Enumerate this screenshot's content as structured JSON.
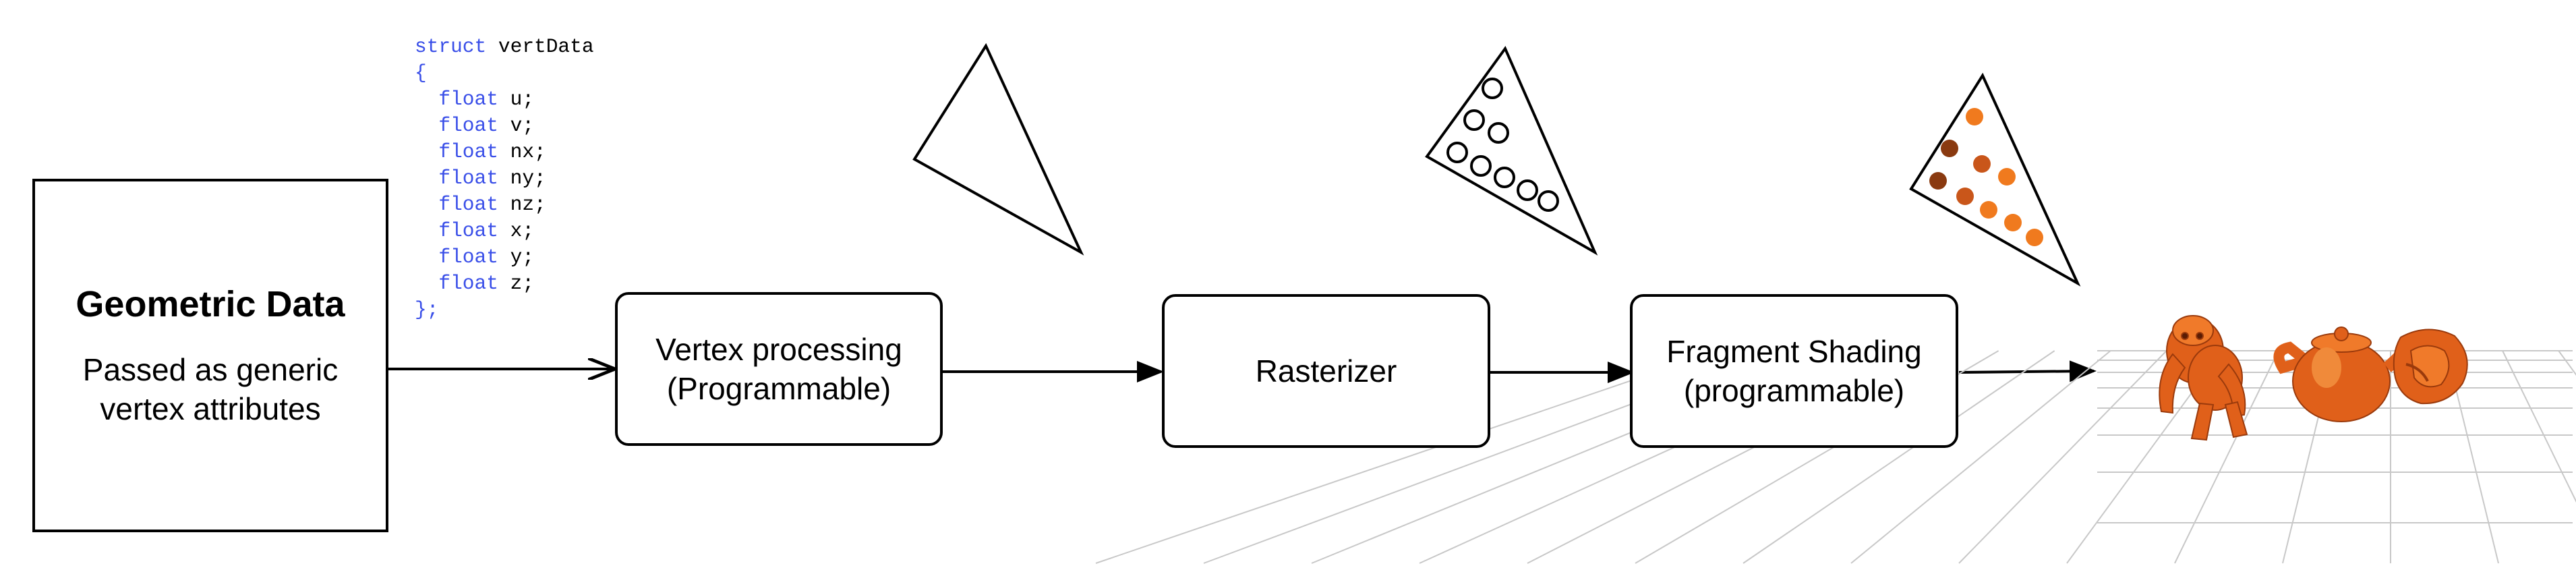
{
  "geometric_data": {
    "title": "Geometric Data",
    "subtitle_line1": "Passed as generic",
    "subtitle_line2": "vertex attributes"
  },
  "code": {
    "keyword_struct": "struct",
    "struct_name": " vertData",
    "open_brace": "{",
    "close_brace": "};",
    "type_keyword": "float",
    "fields": [
      "u;",
      "v;",
      "nx;",
      "ny;",
      "nz;",
      "x;",
      "y;",
      "z;"
    ]
  },
  "stages": {
    "vertex_line1": "Vertex processing",
    "vertex_line2": "(Programmable)",
    "rasterizer": "Rasterizer",
    "fragment_line1": "Fragment Shading",
    "fragment_line2": "(programmable)"
  },
  "colors": {
    "code_keyword": "#3a4fe8",
    "fragment_orange": "#f07a1e",
    "fragment_dark": "#8a3a10",
    "fragment_mid": "#c9561a",
    "render_model": "#e0601a",
    "render_grid": "#c8c8c8"
  },
  "icons": {
    "triangle": "triangle-icon",
    "rasterized_triangle": "rasterized-triangle-icon",
    "shaded_triangle": "shaded-triangle-icon",
    "rendered_scene": "rendered-scene-image"
  }
}
